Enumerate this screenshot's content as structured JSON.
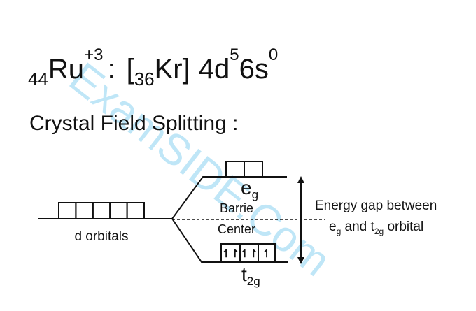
{
  "formula": {
    "ion_mass_prefix": "44",
    "ion": "Ru",
    "charge": "+3",
    "colon": ":",
    "core_prefix": "36",
    "core": "[",
    "core_symbol": "Kr]",
    "config_4d": "4d",
    "exp_4d": "5",
    "config_6s": "6s",
    "exp_6s": "0"
  },
  "heading": "Crystal Field Splitting :",
  "diagram": {
    "d_label": "d orbitals",
    "eg_main": "e",
    "eg_sub": "g",
    "t2g_main": "t",
    "t2g_sub": "2g",
    "barrier_label": "Barrie",
    "center_label": "Center",
    "t2g_electrons": [
      "↿↾",
      "↿↾",
      "↿"
    ],
    "gap_line1": "Energy gap between",
    "gap_line2_a": "e",
    "gap_line2_a_sub": "g",
    "gap_line2_b": " and t",
    "gap_line2_b_sub": "2g",
    "gap_line2_c": " orbital"
  },
  "watermark": "ExamSIDE.Com",
  "colors": {
    "watermark": "#bfe6f7",
    "ink": "#111111"
  }
}
